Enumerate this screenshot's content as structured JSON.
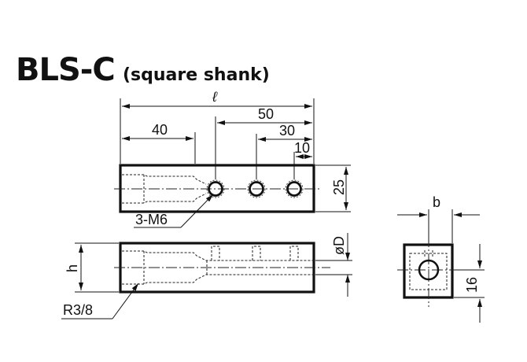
{
  "title": "BLS-C",
  "subtitle": "(square shank)",
  "dims": {
    "length": "ℓ",
    "d50": "50",
    "d40": "40",
    "d30": "30",
    "d10": "10",
    "height_top": "25",
    "thread": "3-M6",
    "phiD": "øD",
    "h": "h",
    "port": "R3/8",
    "b": "b",
    "d16": "16"
  }
}
